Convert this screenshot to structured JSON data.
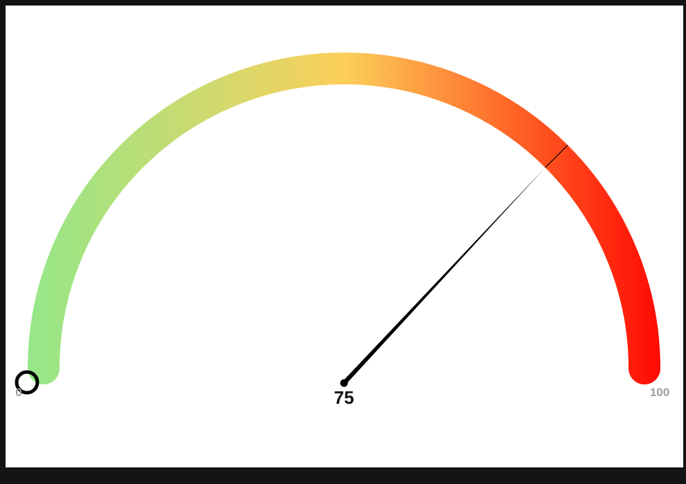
{
  "gauge": {
    "value": 75,
    "value_label": "75",
    "min_label": "0",
    "max_label": "100",
    "min": 0,
    "max": 100,
    "colors": {
      "low": "#8fe88b",
      "mid": "#fccf5a",
      "high": "#ff0000",
      "needle": "#000000",
      "background": "#ffffff",
      "frame": "#141414"
    }
  }
}
